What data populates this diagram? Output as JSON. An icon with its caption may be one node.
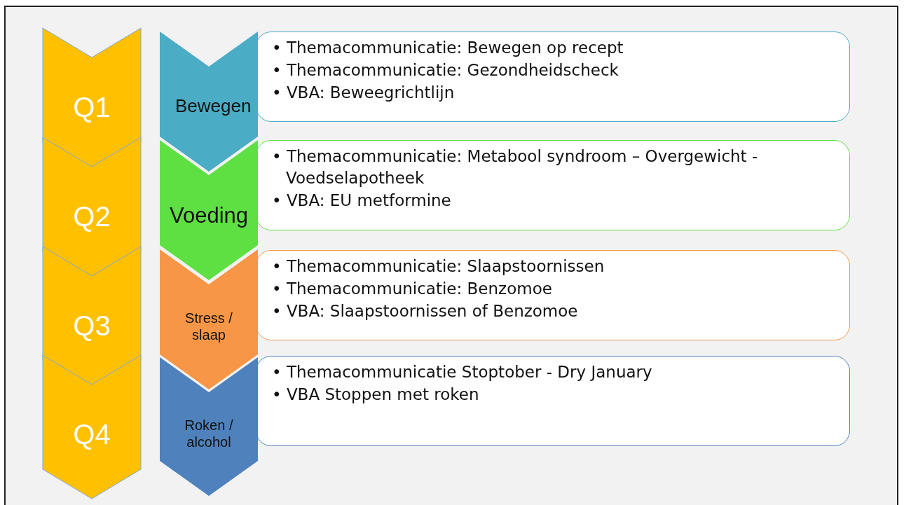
{
  "diagram": {
    "nodes": [
      {
        "text": [
          "Q1"
        ]
      },
      {
        "text": [
          "Bewegen"
        ]
      },
      {
        "text": [
          "• Themacommunicatie: Bewegen op recept",
          "• Themacommunicatie: Gezondheidscheck",
          "• VBA: Beweegrichtlijn"
        ]
      },
      {
        "text": [
          "Q2"
        ]
      },
      {
        "text": [
          "Voeding"
        ]
      },
      {
        "text": [
          "• Themacommunicatie: Metabool syndroom – Overgewicht - Voedselapotheek",
          "• VBA: EU metformine"
        ]
      },
      {
        "text": [
          "Q3"
        ]
      },
      {
        "text": [
          "Stress / slaap"
        ]
      },
      {
        "text": [
          "• Themacommunicatie: Slaapstoornissen",
          "• Themacommunicatie: Benzomoe",
          "• VBA: Slaapstoornissen of Benzomoe"
        ]
      },
      {
        "text": [
          "Q4"
        ]
      },
      {
        "text": [
          "Roken / alcohol"
        ]
      },
      {
        "text": [
          "• Themacommunicatie Stoptober - Dry January",
          "• VBA Stoppen met roken"
        ]
      }
    ]
  }
}
